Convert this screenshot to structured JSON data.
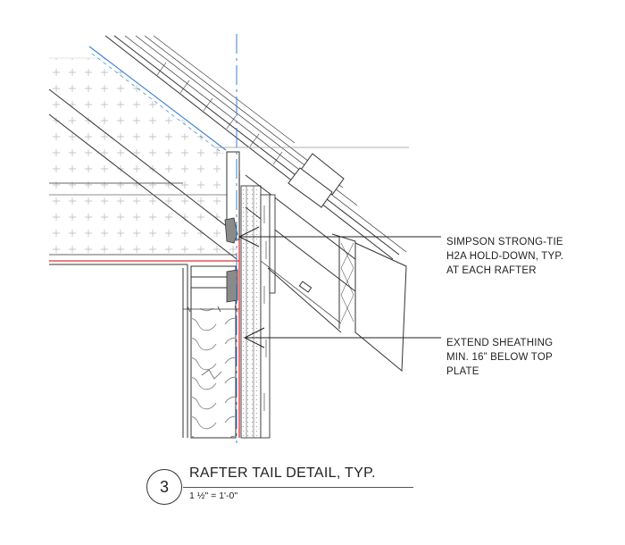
{
  "callouts": [
    {
      "lines": [
        "SIMPSON STRONG-TIE",
        "H2A HOLD-DOWN, TYP.",
        "AT EACH RAFTER"
      ]
    },
    {
      "lines": [
        "EXTEND SHEATHING",
        "MIN. 16” BELOW TOP",
        "PLATE"
      ]
    }
  ],
  "title_block": {
    "detail_number": "3",
    "title": "RAFTER TAIL DETAIL, TYP.",
    "scale": "1 ½\" = 1'-0\""
  },
  "colors": {
    "linework": "#333333",
    "air_barrier": "#e03030",
    "vapor_line": "#3a7fd0",
    "hold_down": "#8a8a8a",
    "insulation_hatch": "#aaaaaa"
  }
}
